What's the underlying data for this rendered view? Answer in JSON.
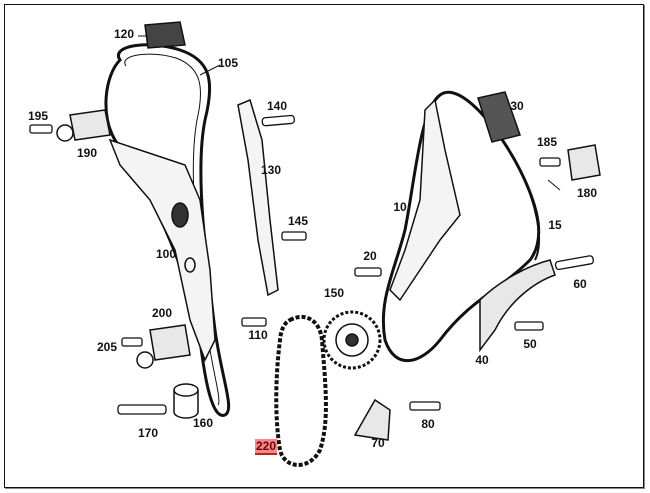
{
  "diagram": {
    "highlight_color": "#f08a8a",
    "callouts": [
      {
        "id": "120",
        "label": "120"
      },
      {
        "id": "105",
        "label": "105"
      },
      {
        "id": "195",
        "label": "195"
      },
      {
        "id": "190",
        "label": "190"
      },
      {
        "id": "140",
        "label": "140"
      },
      {
        "id": "130",
        "label": "130"
      },
      {
        "id": "145",
        "label": "145"
      },
      {
        "id": "100",
        "label": "100"
      },
      {
        "id": "200",
        "label": "200"
      },
      {
        "id": "205",
        "label": "205"
      },
      {
        "id": "110",
        "label": "110"
      },
      {
        "id": "170",
        "label": "170"
      },
      {
        "id": "160",
        "label": "160"
      },
      {
        "id": "220",
        "label": "220",
        "highlighted": true
      },
      {
        "id": "150",
        "label": "150"
      },
      {
        "id": "30",
        "label": "30"
      },
      {
        "id": "185",
        "label": "185"
      },
      {
        "id": "180",
        "label": "180"
      },
      {
        "id": "10",
        "label": "10"
      },
      {
        "id": "15",
        "label": "15"
      },
      {
        "id": "20",
        "label": "20"
      },
      {
        "id": "60",
        "label": "60"
      },
      {
        "id": "50",
        "label": "50"
      },
      {
        "id": "40",
        "label": "40"
      },
      {
        "id": "70",
        "label": "70"
      },
      {
        "id": "80",
        "label": "80"
      }
    ]
  }
}
